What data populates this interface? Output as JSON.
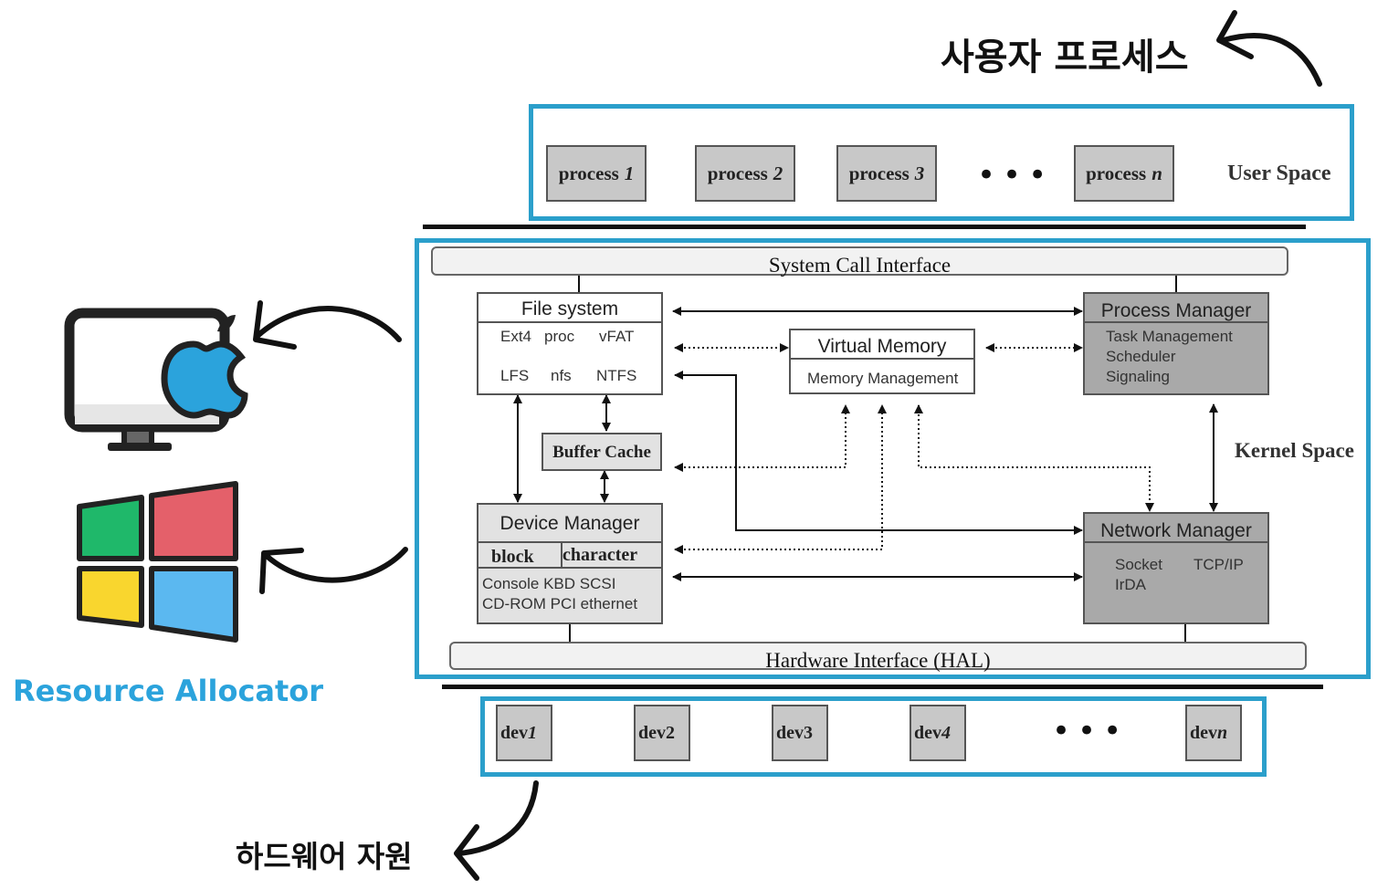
{
  "annotations": {
    "user_process_kr": "사용자 프로세스",
    "hardware_kr": "하드웨어 자원",
    "resource_allocator": "Resource Allocator"
  },
  "user_space": {
    "label": "User Space",
    "processes": [
      {
        "name": "process",
        "num": "1"
      },
      {
        "name": "process",
        "num": "2"
      },
      {
        "name": "process",
        "num": "3"
      },
      {
        "name": "process",
        "num": "n"
      }
    ],
    "ellipsis": "•••"
  },
  "kernel": {
    "label": "Kernel Space",
    "syscall": "System Call Interface",
    "hal": "Hardware Interface (HAL)",
    "file_system": {
      "title": "File system",
      "items": [
        "Ext4",
        "proc",
        "vFAT",
        "LFS",
        "nfs",
        "NTFS"
      ]
    },
    "buffer_cache": "Buffer Cache",
    "virtual_memory": {
      "title": "Virtual Memory",
      "sub": "Memory Management"
    },
    "process_manager": {
      "title": "Process Manager",
      "items": [
        "Task Management",
        "Scheduler",
        "Signaling"
      ]
    },
    "device_manager": {
      "title": "Device Manager",
      "block": "block",
      "character": "character",
      "items_line1": "Console  KBD  SCSI",
      "items_line2": "CD-ROM PCI  ethernet"
    },
    "network_manager": {
      "title": "Network Manager",
      "items": [
        "Socket",
        "TCP/IP",
        "IrDA"
      ]
    }
  },
  "devices": {
    "list": [
      {
        "name": "dev",
        "num": "1"
      },
      {
        "name": "dev",
        "num": "2"
      },
      {
        "name": "dev",
        "num": "3"
      },
      {
        "name": "dev",
        "num": "4"
      },
      {
        "name": "dev",
        "num": "n"
      }
    ],
    "ellipsis": "•••"
  },
  "colors": {
    "frame": "#2b9fcb",
    "apple_blue": "#2ba3dc",
    "win_green": "#1fb86a",
    "win_red": "#e4606a",
    "win_yellow": "#f9d62e",
    "win_blue": "#5bb8f0"
  },
  "icons": [
    "imac-apple-icon",
    "windows-logo-icon",
    "curved-arrow-icon"
  ]
}
